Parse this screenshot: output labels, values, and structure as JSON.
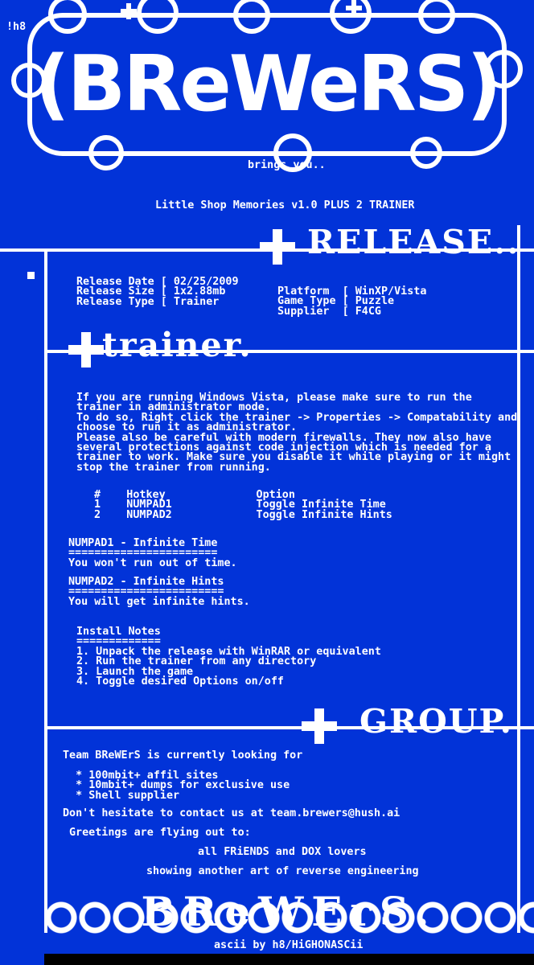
{
  "colors": {
    "background": "#0233d8",
    "text": "#ffffff",
    "footer_bar": "#000000"
  },
  "header": {
    "scene_tag": "!h8",
    "logo": "(BReWeRS)",
    "brings_you": "brings you..",
    "release_title": "Little Shop Memories v1.0 PLUS 2 TRAINER"
  },
  "release": {
    "heading": "RELEASE..",
    "info_left": "Release Date [ 02/25/2009\nRelease Size [ 1x2.88mb\nRelease Type [ Trainer",
    "info_right": "Platform  [ WinXP/Vista\nGame Type [ Puzzle\nSupplier  [ F4CG"
  },
  "trainer": {
    "heading": "trainer.",
    "notes": "If you are running Windows Vista, please make sure to run the\ntrainer in administrator mode.\nTo do so, Right click the trainer -> Properties -> Compatability and\nchoose to run it as administrator.\nPlease also be careful with modern firewalls. They now also have\nseveral protections against code injection which is needed for a\ntrainer to work. Make sure you disable it while playing or it might\nstop the trainer from running.",
    "hotkeys": "#    Hotkey              Option\n1    NUMPAD1             Toggle Infinite Time\n2    NUMPAD2             Toggle Infinite Hints",
    "numpad1": "NUMPAD1 - Infinite Time\n=======================\nYou won't run out of time.",
    "numpad2": "NUMPAD2 - Infinite Hints\n========================\nYou will get infinite hints.",
    "install": "Install Notes\n=============\n1. Unpack the release with WinRAR or equivalent\n2. Run the trainer from any directory\n3. Launch the game\n4. Toggle desired Options on/off"
  },
  "group": {
    "heading": "GROUP.",
    "looking": "Team BReWErS is currently looking for\n\n  * 100mbit+ affil sites\n  * 10mbit+ dumps for exclusive use\n  * Shell supplier",
    "contact": "Don't hesitate to contact us at team.brewers@hush.ai",
    "greetings": "Greetings are flying out to:",
    "greet_to": "all FRiENDS and DOX lovers",
    "tagline": "showing another art of reverse engineering"
  },
  "footer": {
    "logo": "BReWErS.",
    "credit": "ascii by h8/HiGHONASCii"
  }
}
